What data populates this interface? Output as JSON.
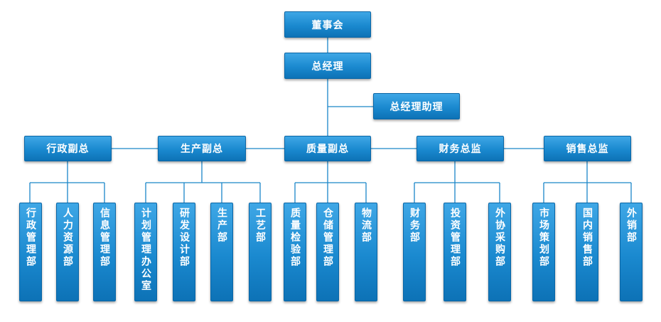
{
  "chairman": "董事会",
  "gm": "总经理",
  "gm_assistant": "总经理助理",
  "vps": [
    "行政副总",
    "生产副总",
    "质量副总",
    "财务总监",
    "销售总监"
  ],
  "departments": [
    [
      "行政管理部",
      "人力资源部",
      "信息管理部"
    ],
    [
      "计划管理办公室",
      "研发设计部",
      "生产部",
      "工艺部"
    ],
    [
      "质量检验部",
      "仓储管理部",
      "物流部"
    ],
    [
      "财务部",
      "投资管理部",
      "外协采购部"
    ],
    [
      "市场策划部",
      "国内销售部",
      "外销部"
    ]
  ],
  "colors": {
    "box": "#1a89cf",
    "line": "#1a86c8",
    "text": "#ffffff"
  }
}
